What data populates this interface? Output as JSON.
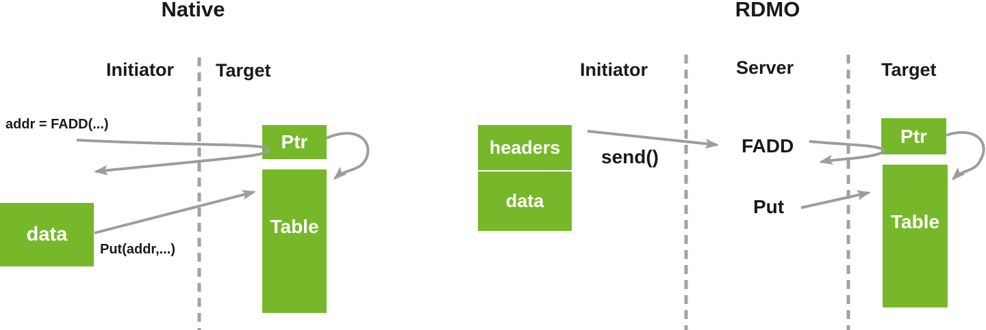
{
  "panels": {
    "native": {
      "title": "Native",
      "columns": {
        "initiator": "Initiator",
        "target": "Target"
      },
      "labels": {
        "fadd_call": "addr = FADD(...)",
        "put_call": "Put(addr,...)"
      },
      "boxes": {
        "data": "data",
        "ptr": "Ptr",
        "table": "Table"
      }
    },
    "rdmo": {
      "title": "RDMO",
      "columns": {
        "initiator": "Initiator",
        "server": "Server",
        "target": "Target"
      },
      "labels": {
        "send": "send()",
        "fadd": "FADD",
        "put": "Put"
      },
      "boxes": {
        "headers": "headers",
        "data": "data",
        "ptr": "Ptr",
        "table": "Table"
      }
    }
  },
  "colors": {
    "box_green": "#76b82a",
    "arrow_gray": "#9d9d9d",
    "divider_gray": "#a2a2a2",
    "text_black": "#1a1a1a",
    "box_text_white": "#ffffff"
  }
}
